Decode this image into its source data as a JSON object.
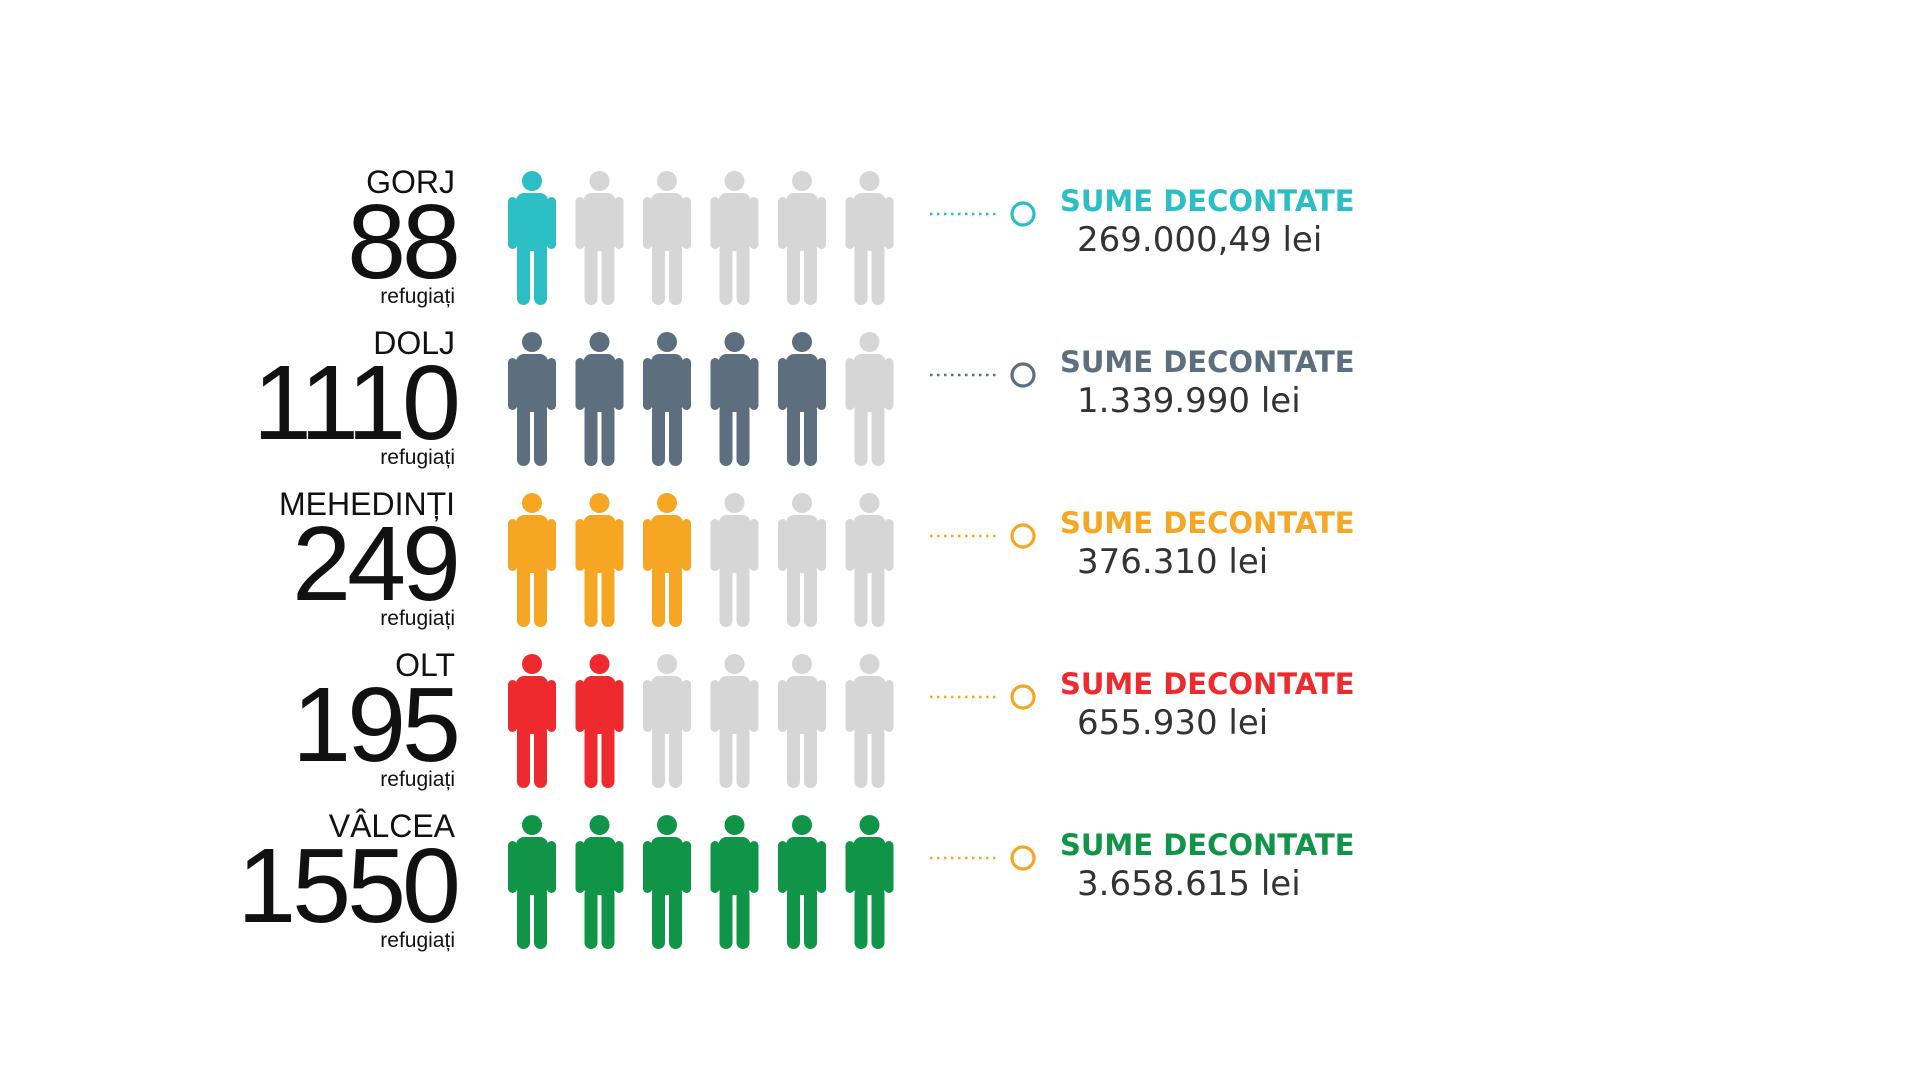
{
  "chart_data": {
    "type": "pictogram",
    "unit_label": "refugiați",
    "sum_label": "SUME DECONTATE",
    "icon": "person-icon",
    "icons_per_row": 6,
    "inactive_color": "#d6d6d6",
    "rows": [
      {
        "county": "GORJ",
        "refugees": "88",
        "filled": 1,
        "color": "#2bbec4",
        "dot_color": "#2bbec4",
        "amount": "269.000,49 lei"
      },
      {
        "county": "DOLJ",
        "refugees": "1110",
        "filled": 5,
        "color": "#5d6f7e",
        "dot_color": "#5d6f7e",
        "amount": "1.339.990 lei"
      },
      {
        "county": "MEHEDINȚI",
        "refugees": "249",
        "filled": 3,
        "color": "#f5a623",
        "dot_color": "#f5a623",
        "amount": "376.310 lei"
      },
      {
        "county": "OLT",
        "refugees": "195",
        "filled": 2,
        "color": "#ee2a2e",
        "dot_color": "#f5a623",
        "amount": "655.930 lei"
      },
      {
        "county": "VÂLCEA",
        "refugees": "1550",
        "filled": 6,
        "color": "#109548",
        "dot_color": "#f5a623",
        "amount": "3.658.615 lei"
      }
    ]
  }
}
